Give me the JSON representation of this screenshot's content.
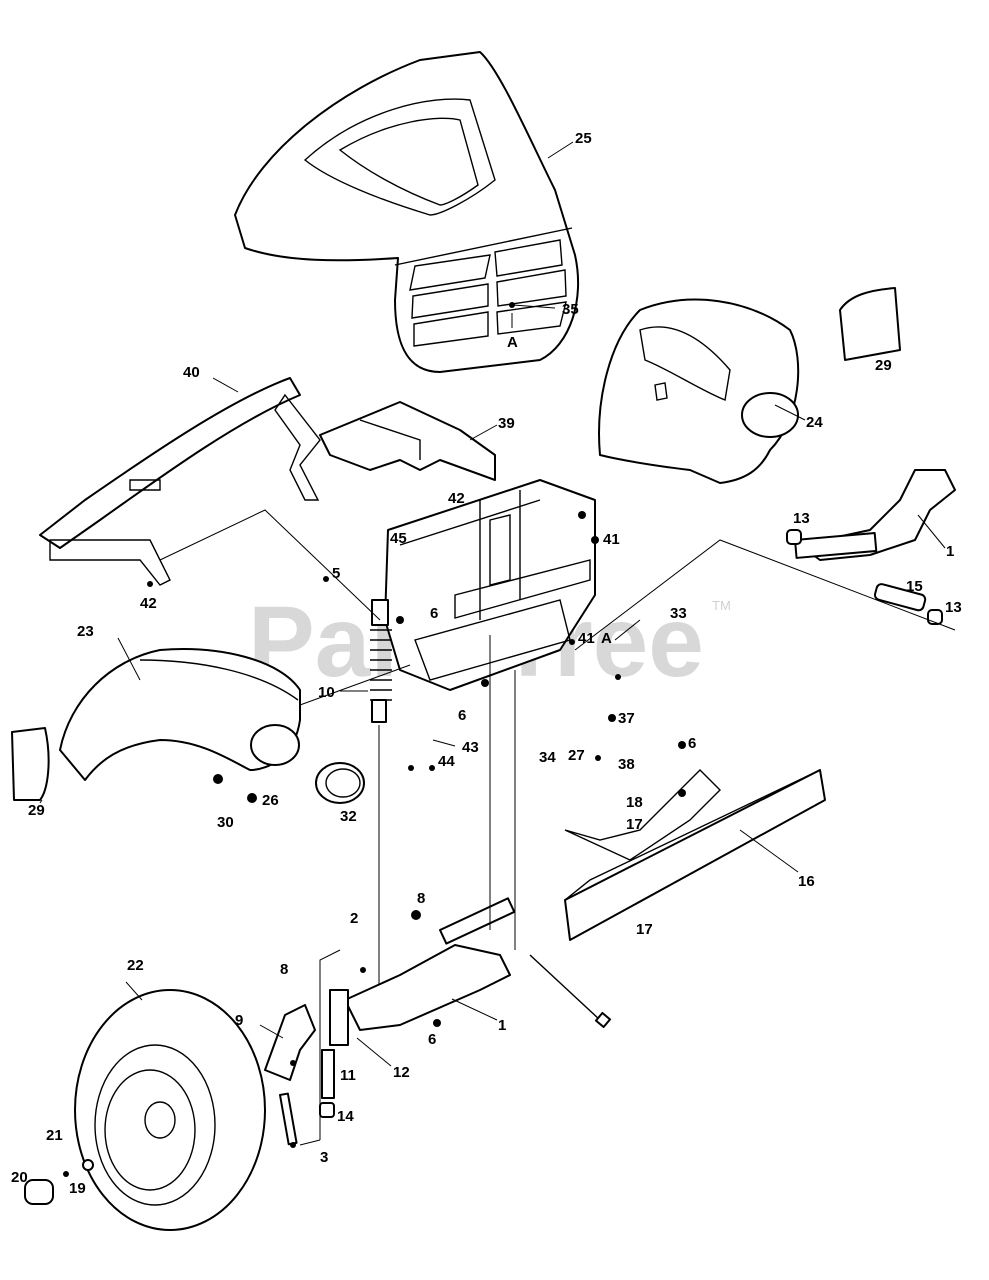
{
  "diagram": {
    "watermark": "PartsTree",
    "watermark_mark": "TM",
    "callouts": {
      "c1a": "1",
      "c1b": "1",
      "c2": "2",
      "c3": "3",
      "c5": "5",
      "c6a": "6",
      "c6b": "6",
      "c6c": "6",
      "c6d": "6",
      "c8a": "8",
      "c8b": "8",
      "c9": "9",
      "c10": "10",
      "c11": "11",
      "c12": "12",
      "c13a": "13",
      "c13b": "13",
      "c14": "14",
      "c15": "15",
      "c16": "16",
      "c17a": "17",
      "c17b": "17",
      "c18": "18",
      "c19": "19",
      "c20": "20",
      "c21": "21",
      "c22": "22",
      "c23": "23",
      "c24": "24",
      "c25": "25",
      "c26": "26",
      "c27": "27",
      "c29a": "29",
      "c29b": "29",
      "c30": "30",
      "c32": "32",
      "c33": "33",
      "c34": "34",
      "c35": "35",
      "c37": "37",
      "c38": "38",
      "c39": "39",
      "c40": "40",
      "c41a": "41",
      "c41b": "41",
      "c42a": "42",
      "c42b": "42",
      "c43": "43",
      "c44": "44",
      "c45": "45",
      "refA1": "A",
      "refA2": "A"
    }
  }
}
